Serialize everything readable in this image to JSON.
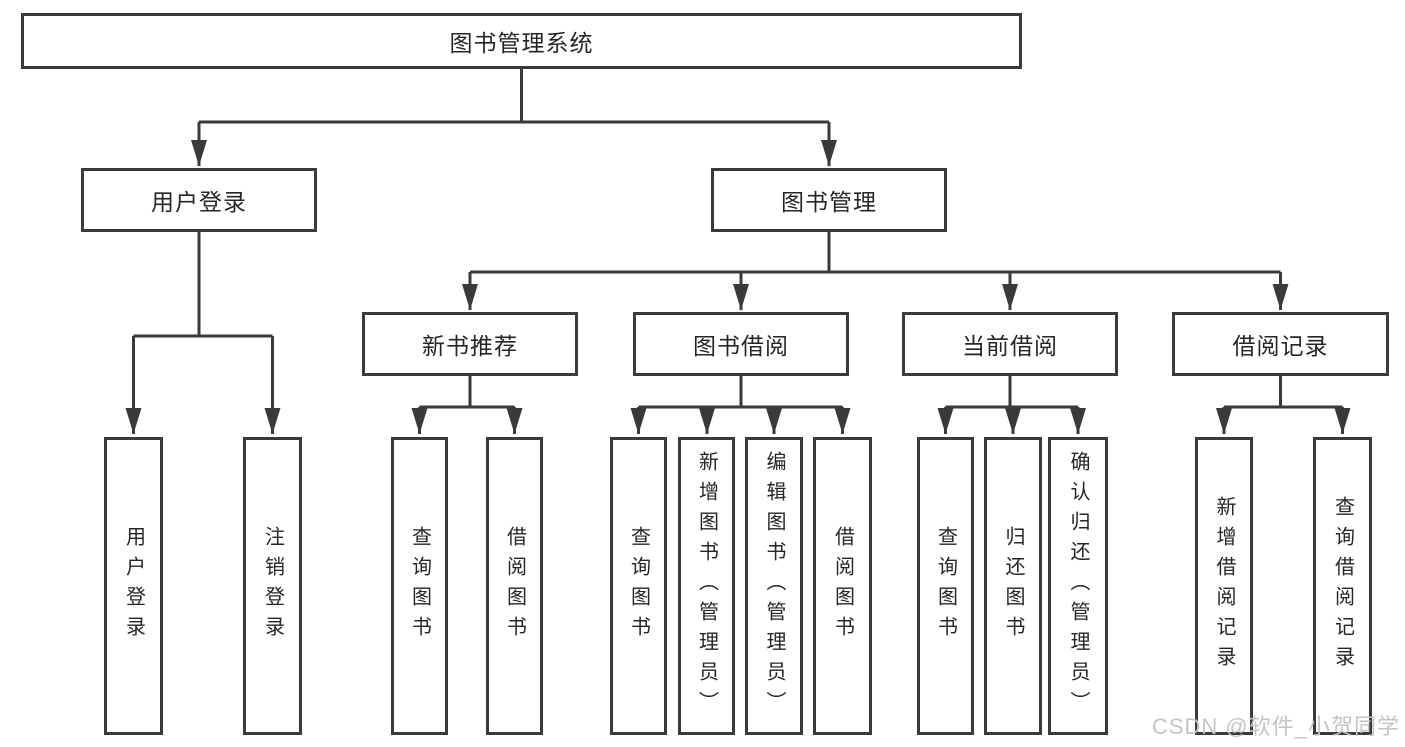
{
  "diagram": {
    "root": {
      "label": "图书管理系统"
    },
    "level2": {
      "user_login": {
        "label": "用户登录"
      },
      "book_mgmt": {
        "label": "图书管理"
      }
    },
    "level3": {
      "new_book_rec": {
        "label": "新书推荐"
      },
      "book_borrow": {
        "label": "图书借阅"
      },
      "current_borrow": {
        "label": "当前借阅"
      },
      "borrow_records": {
        "label": "借阅记录"
      }
    },
    "leaves": {
      "user_login_leaf": "用户登录",
      "logout": "注销登录",
      "rec_query_books": "查询图书",
      "rec_borrow_books": "借阅图书",
      "bb_query_books": "查询图书",
      "bb_add_books": "新增图书（管理员）",
      "bb_edit_books": "编辑图书（管理员）",
      "bb_borrow_books": "借阅图书",
      "cb_query_books": "查询图书",
      "cb_return_books": "归还图书",
      "cb_confirm_return": "确认归还（管理员）",
      "br_add_record": "新增借阅记录",
      "br_query_record": "查询借阅记录"
    }
  },
  "watermark": {
    "text": "CSDN @软件_小贺同学"
  },
  "colors": {
    "line": "#3a3a3a",
    "text": "#262626",
    "background": "#ffffff",
    "watermark": "#c4c4c4"
  }
}
